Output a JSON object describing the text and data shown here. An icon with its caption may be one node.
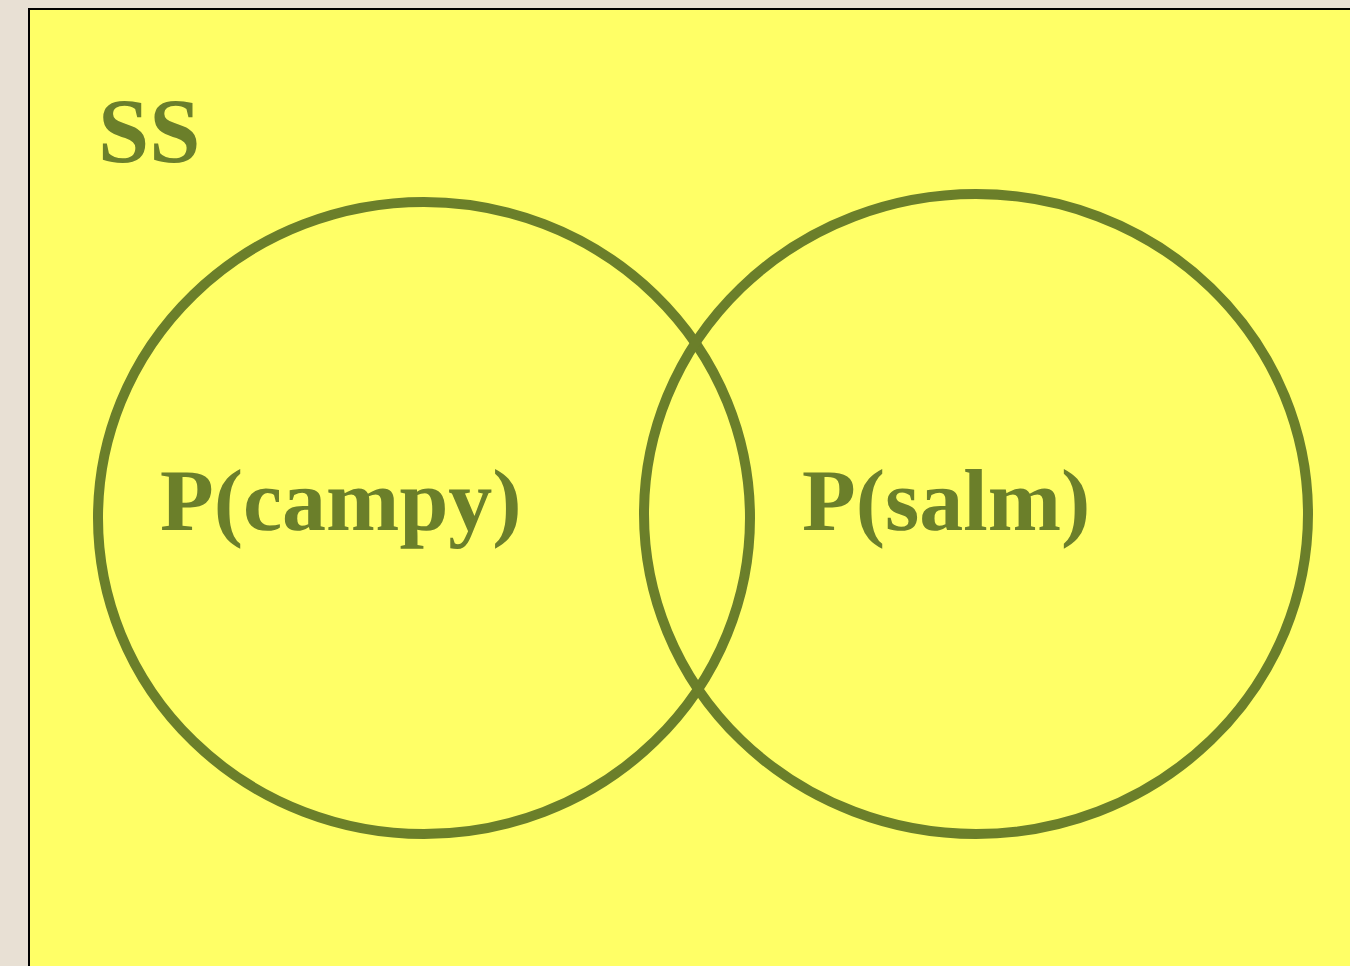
{
  "diagram": {
    "nodes": [
      {
        "text": [
          "SS"
        ]
      },
      {
        "text": [
          "P(campy)"
        ],
        "in": 0
      },
      {
        "text": [
          "P(salm)"
        ],
        "in": 0
      }
    ]
  }
}
